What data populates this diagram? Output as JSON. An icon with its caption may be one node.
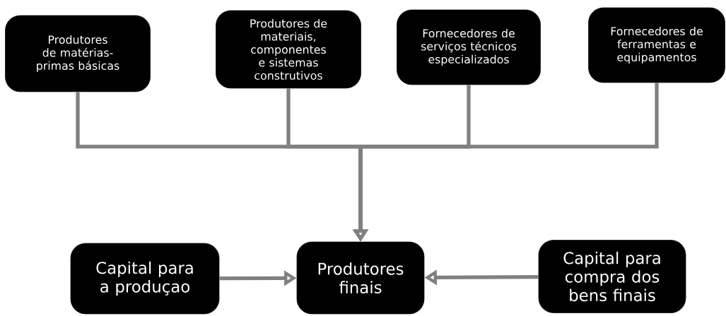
{
  "diagram": {
    "nodes": [
      {
        "text": [
          "Produtores de matérias-primas básicas"
        ]
      },
      {
        "text": [
          "Produtores de materiais, componentes e sistemas construtivos"
        ]
      },
      {
        "text": [
          "Fornecedores de serviços técnicos especializados"
        ]
      },
      {
        "text": [
          "Fornecedores de ferramentas e equipamentos"
        ]
      },
      {
        "text": [
          "Produtores finais"
        ]
      },
      {
        "text": [
          "Capital para a produçao"
        ]
      },
      {
        "text": [
          "Capital para compra dos bens finais"
        ]
      }
    ],
    "edges": [
      {
        "from": 0,
        "to": 4,
        "arrow": "to"
      },
      {
        "from": 1,
        "to": 4,
        "arrow": "to"
      },
      {
        "from": 2,
        "to": 4,
        "arrow": "to"
      },
      {
        "from": 3,
        "to": 4,
        "arrow": "to"
      },
      {
        "from": 5,
        "to": 4,
        "arrow": "to"
      },
      {
        "from": 6,
        "to": 4,
        "arrow": "to"
      }
    ]
  }
}
